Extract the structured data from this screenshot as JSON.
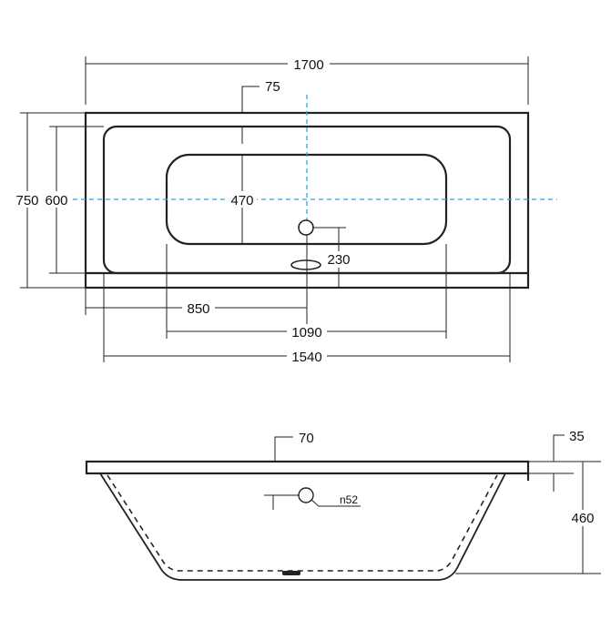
{
  "top_view": {
    "overall_length": "1700",
    "rim_width_top": "75",
    "overall_width": "750",
    "inner_width": "600",
    "basin_width": "470",
    "drain_offset": "230",
    "center_offset": "850",
    "basin_length": "1090",
    "inner_length": "1540"
  },
  "side_view": {
    "rim_thickness": "70",
    "rim_edge": "35",
    "height": "460",
    "overflow_diameter": "n52"
  },
  "colors": {
    "centerline": "#29a8e0",
    "lines": "#222222"
  }
}
